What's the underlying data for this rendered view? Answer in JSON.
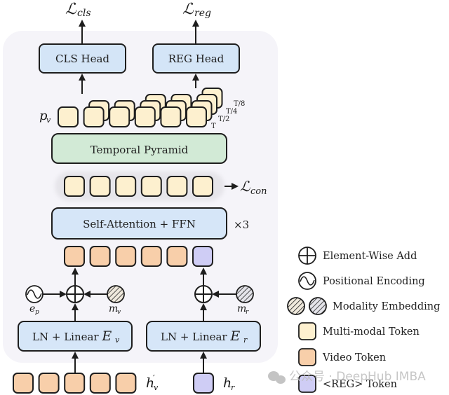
{
  "diagram": {
    "outputs": {
      "cls_loss": {
        "base": "ℒ",
        "sub": "cls"
      },
      "reg_loss": {
        "base": "ℒ",
        "sub": "reg"
      },
      "con_loss": {
        "base": "ℒ",
        "sub": "con"
      }
    },
    "heads": {
      "cls": "CLS Head",
      "reg": "REG Head"
    },
    "pyramid": {
      "label": "Temporal Pyramid",
      "token_label": {
        "base": "p",
        "sub": "v"
      },
      "levels": [
        "T",
        "T/2",
        "T/4",
        "T/8"
      ]
    },
    "encoder": {
      "label": "Self-Attention + FFN",
      "repeat": "×3"
    },
    "embed": {
      "video": {
        "label": "LN + Linear ",
        "math_base": "E",
        "math_sub": "v"
      },
      "reg": {
        "label": "LN + Linear ",
        "math_base": "E",
        "math_sub": "r"
      }
    },
    "inputs": {
      "video": {
        "base": "h",
        "prime": "′",
        "sub": "v"
      },
      "reg": {
        "base": "h",
        "sub": "r"
      },
      "positional": {
        "base": "e",
        "sub": "p"
      },
      "modality_video": {
        "base": "m",
        "sub": "v"
      },
      "modality_reg": {
        "base": "m",
        "sub": "r"
      }
    },
    "token_counts": {
      "multimodal": 6,
      "video_input": 5,
      "reg_input": 1
    }
  },
  "legend": {
    "items": [
      {
        "icon": "element-wise-add-icon",
        "label": "Element-Wise Add"
      },
      {
        "icon": "positional-encoding-icon",
        "label": "Positional Encoding"
      },
      {
        "icon": "modality-embedding-icon",
        "label": "Modality Embedding"
      },
      {
        "icon": "multimodal-token-icon",
        "label": "Multi-modal Token"
      },
      {
        "icon": "video-token-icon",
        "label": "Video Token"
      },
      {
        "icon": "reg-token-icon",
        "label": "<REG> Token"
      }
    ]
  },
  "watermark": "公众号 · DeepHub IMBA",
  "colors": {
    "panel_bg": "#f5f4f9",
    "head_fill": "#d4e5f7",
    "pyramid_fill": "#d2ead6",
    "encoder_fill": "#d6e6f8",
    "multimodal_token": "#fdf0cf",
    "video_token": "#f8cfaa",
    "reg_token": "#cfcdf5",
    "stroke": "#1e1e1e"
  }
}
